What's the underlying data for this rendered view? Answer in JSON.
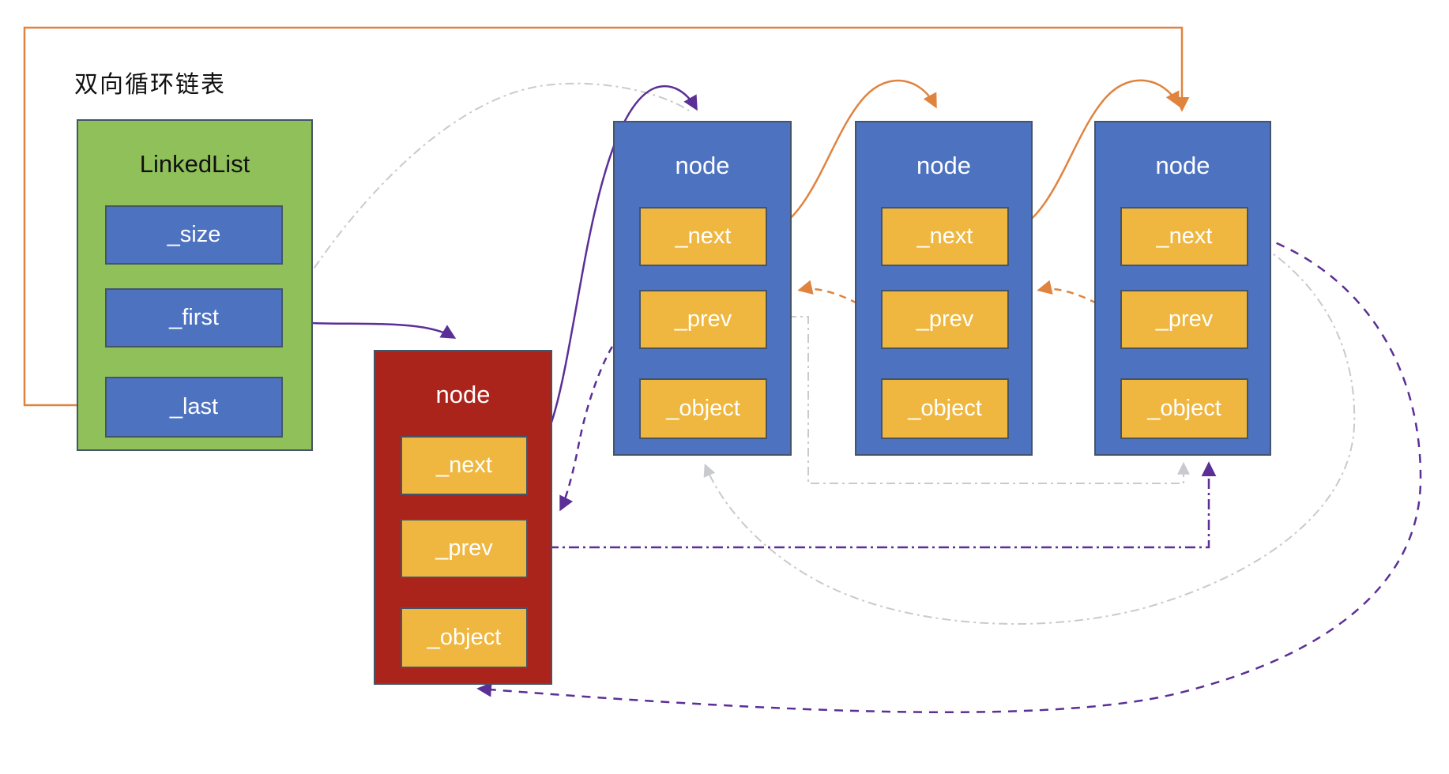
{
  "title": "双向循环链表",
  "colors": {
    "orange": "#e0833f",
    "purple": "#5b2f96",
    "gray": "#c9cace",
    "green-fill": "#8fc05a",
    "blue-fill": "#4d72c0",
    "yellow-fill": "#efb73f",
    "red-fill": "#ab241c",
    "box-border": "#44546a"
  },
  "linkedlist": {
    "title": "LinkedList",
    "fields": [
      "_size",
      "_first",
      "_last"
    ]
  },
  "new_node": {
    "title": "node",
    "fields": [
      "_next",
      "_prev",
      "_object"
    ]
  },
  "nodes": [
    {
      "title": "node",
      "fields": [
        "_next",
        "_prev",
        "_object"
      ]
    },
    {
      "title": "node",
      "fields": [
        "_next",
        "_prev",
        "_object"
      ]
    },
    {
      "title": "node",
      "fields": [
        "_next",
        "_prev",
        "_object"
      ]
    }
  ],
  "edges": [
    {
      "id": "last-to-node3",
      "from": "LinkedList._last",
      "to": "node3",
      "style": "solid",
      "color": "orange"
    },
    {
      "id": "first-to-newnode",
      "from": "LinkedList._first",
      "to": "new-node",
      "style": "solid",
      "color": "purple"
    },
    {
      "id": "newnode-next-to-node1",
      "from": "new-node._next",
      "to": "node1",
      "style": "solid",
      "color": "purple"
    },
    {
      "id": "node1-next-to-node2",
      "from": "node1._next",
      "to": "node2",
      "style": "solid",
      "color": "orange"
    },
    {
      "id": "node2-next-to-node3",
      "from": "node2._next",
      "to": "node3",
      "style": "solid",
      "color": "orange"
    },
    {
      "id": "node2-prev-to-node1",
      "from": "node2._prev",
      "to": "node1",
      "style": "dashed",
      "color": "orange"
    },
    {
      "id": "node3-prev-to-node2",
      "from": "node3._prev",
      "to": "node2",
      "style": "dashed",
      "color": "orange"
    },
    {
      "id": "node1-prev-to-newnode",
      "from": "node1._prev",
      "to": "new-node",
      "style": "dashed",
      "color": "purple"
    },
    {
      "id": "newnode-prev-to-node3",
      "from": "new-node._prev",
      "to": "node3-bottom",
      "style": "dash-dot",
      "color": "purple"
    },
    {
      "id": "node3-next-to-newnode",
      "from": "node3._next",
      "to": "new-node-bottom",
      "style": "dashed",
      "color": "purple"
    },
    {
      "id": "old-first-to-node1",
      "from": "LinkedList._first",
      "to": "node1",
      "style": "dash-dot",
      "color": "gray"
    },
    {
      "id": "old-node1-prev-to-node3",
      "from": "node1._prev",
      "to": "node3-bottom",
      "style": "dash-dot",
      "color": "gray"
    },
    {
      "id": "old-node3-next-to-node1",
      "from": "node3._next",
      "to": "node1-bottom",
      "style": "dash-dot",
      "color": "gray"
    }
  ]
}
